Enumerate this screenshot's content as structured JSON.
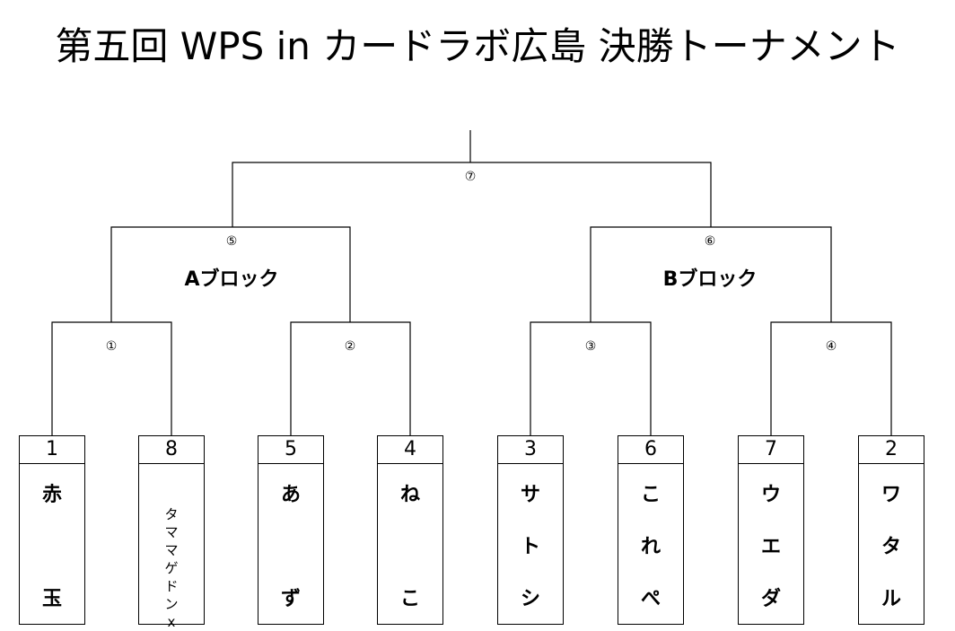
{
  "title": "第五回 WPS in カードラボ広島 決勝トーナメント",
  "blocks": [
    "Aブロック",
    "Bブロック"
  ],
  "matches": [
    "①",
    "②",
    "③",
    "④",
    "⑤",
    "⑥",
    "⑦"
  ],
  "players": [
    {
      "seed": "1",
      "name": [
        "赤",
        "玉"
      ]
    },
    {
      "seed": "8",
      "name": [
        "タ",
        "マ",
        "マ",
        "ゲ",
        "ド",
        "ン",
        "x"
      ]
    },
    {
      "seed": "5",
      "name": [
        "あ",
        "ず"
      ]
    },
    {
      "seed": "4",
      "name": [
        "ね",
        "こ"
      ]
    },
    {
      "seed": "3",
      "name": [
        "サ",
        "ト",
        "シ"
      ]
    },
    {
      "seed": "6",
      "name": [
        "こ",
        "れ",
        "ぺ"
      ]
    },
    {
      "seed": "7",
      "name": [
        "ウ",
        "エ",
        "ダ"
      ]
    },
    {
      "seed": "2",
      "name": [
        "ワ",
        "タ",
        "ル"
      ]
    }
  ]
}
